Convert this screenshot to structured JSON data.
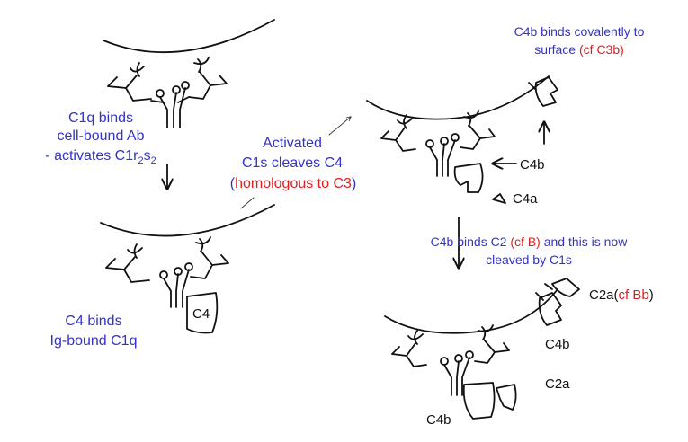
{
  "colors": {
    "text_blue": "#3333cc",
    "text_red": "#e02020",
    "text_black": "#111111",
    "line": "#111111"
  },
  "captions": {
    "c1q_binds": {
      "line1": "C1q binds",
      "line2": "cell-bound Ab",
      "line3_pre": "- activates C1r",
      "sub1": "2",
      "mid": "s",
      "sub2": "2"
    },
    "c4_binds": {
      "line1": "C4 binds",
      "line2": "Ig-bound C1q"
    },
    "activated": {
      "line1": "Activated",
      "line2": "C1s cleaves C4",
      "open": "(",
      "red": "homologous to C3",
      "close": ")"
    },
    "c4b_covalent": {
      "line1": "C4b binds covalently to",
      "line2_pre": "surface ",
      "line2_red": "(cf C3b)"
    },
    "c4b_binds_c2": {
      "pre": "C4b binds C2 ",
      "red": "(cf B)",
      "post": " and this is now",
      "line2": "cleaved by C1s"
    }
  },
  "labels": {
    "c4": "C4",
    "c4b_top": "C4b",
    "c4a": "C4a",
    "c2a_pre": "C2a(",
    "c2a_red": "cf Bb",
    "c2a_post": ")",
    "c4b_right": "C4b",
    "c2a_right": "C2a",
    "c4b_bottom": "C4b"
  }
}
